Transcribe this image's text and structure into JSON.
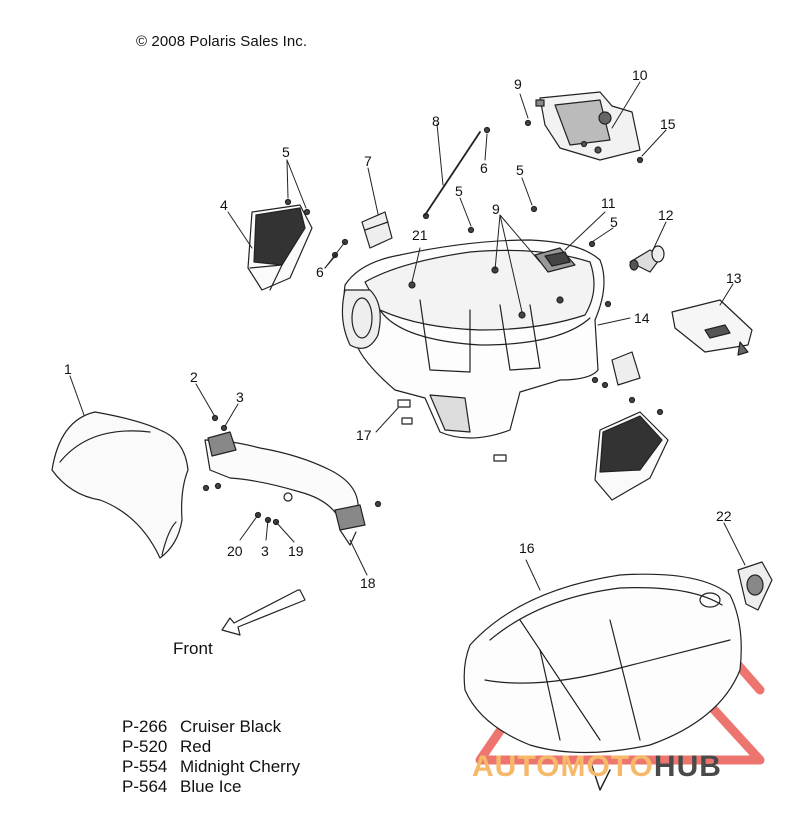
{
  "copyright": "© 2008 Polaris Sales Inc.",
  "front_label": "Front",
  "callouts": [
    {
      "id": "c1",
      "text": "1"
    },
    {
      "id": "c2",
      "text": "2"
    },
    {
      "id": "c3a",
      "text": "3"
    },
    {
      "id": "c3b",
      "text": "3"
    },
    {
      "id": "c4",
      "text": "4"
    },
    {
      "id": "c5a",
      "text": "5"
    },
    {
      "id": "c5b",
      "text": "5"
    },
    {
      "id": "c5c",
      "text": "5"
    },
    {
      "id": "c5d",
      "text": "5"
    },
    {
      "id": "c6a",
      "text": "6"
    },
    {
      "id": "c6b",
      "text": "6"
    },
    {
      "id": "c7",
      "text": "7"
    },
    {
      "id": "c8",
      "text": "8"
    },
    {
      "id": "c9a",
      "text": "9"
    },
    {
      "id": "c9b",
      "text": "9"
    },
    {
      "id": "c10",
      "text": "10"
    },
    {
      "id": "c11",
      "text": "11"
    },
    {
      "id": "c12",
      "text": "12"
    },
    {
      "id": "c13",
      "text": "13"
    },
    {
      "id": "c14",
      "text": "14"
    },
    {
      "id": "c15",
      "text": "15"
    },
    {
      "id": "c16",
      "text": "16"
    },
    {
      "id": "c17",
      "text": "17"
    },
    {
      "id": "c18",
      "text": "18"
    },
    {
      "id": "c19",
      "text": "19"
    },
    {
      "id": "c20",
      "text": "20"
    },
    {
      "id": "c21",
      "text": "21"
    },
    {
      "id": "c22",
      "text": "22"
    }
  ],
  "color_codes": [
    {
      "code": "P-266",
      "name": "Cruiser Black"
    },
    {
      "code": "P-520",
      "name": "Red"
    },
    {
      "code": "P-554",
      "name": "Midnight Cherry"
    },
    {
      "code": "P-564",
      "name": "Blue Ice"
    }
  ],
  "watermark": {
    "part1": "AUTOMOTO",
    "part2": "HUB",
    "logo_color": "#e8473f"
  }
}
